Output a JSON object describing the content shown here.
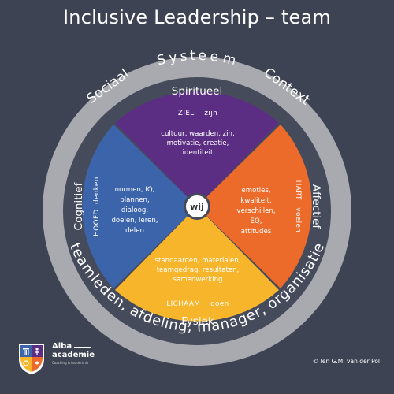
{
  "title": "Inclusive Leadership – team",
  "ring": {
    "top": "Systeem",
    "left": "Sociaal",
    "right": "Context",
    "bottom": "teamleden, afdeling, manager, organisatie"
  },
  "center": "wij",
  "quadrants": {
    "spiritueel": {
      "title": "Spiritueel",
      "key": "ZIEL    zijn",
      "lines": [
        "cultuur, waarden, zin,",
        "motivatie, creatie,",
        "identiteit"
      ]
    },
    "cognitief": {
      "title": "Cognitief",
      "key": "HOOFD  denken",
      "lines": [
        "normen, IQ,",
        "plannen,",
        "dialoog,",
        "doelen, leren,",
        "delen"
      ]
    },
    "affectief": {
      "title": "Affectief",
      "key": "HART   voelen",
      "lines": [
        "emoties,",
        "kwaliteit,",
        "verschillen,",
        "EQ,",
        "attitudes"
      ]
    },
    "fysiek": {
      "title": "Fysiek",
      "key": "LICHAAM    doen",
      "lines": [
        "standaarden, materialen,",
        "teamgedrag, resultaten,",
        "samenwerking"
      ]
    }
  },
  "logo": {
    "name_line1": "Alba",
    "name_line2": "academie",
    "subtitle": "Coaching & Leadership"
  },
  "copyright": "© Ien G.M. van der Pol",
  "colors": {
    "background": "#3d4352",
    "ring": "#a9aab0",
    "inner_disc": "#464b5b",
    "spiritueel": "#5b2e83",
    "cognitief": "#3c64aa",
    "affectief": "#ec6b2a",
    "fysiek": "#f7b52c"
  }
}
